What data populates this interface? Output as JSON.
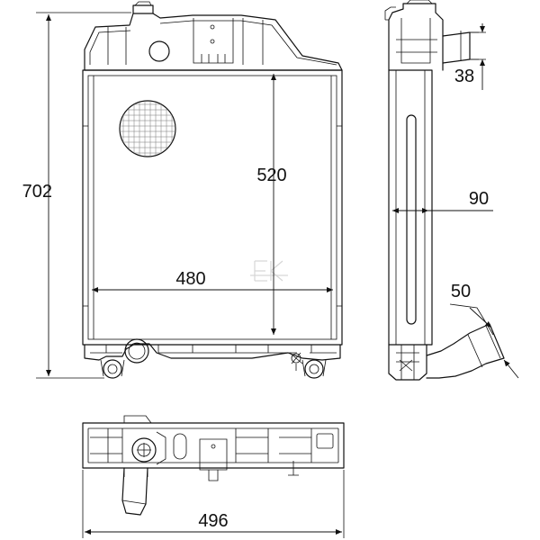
{
  "dimensions": {
    "height_total": "702",
    "core_height": "520",
    "core_width": "480",
    "total_width": "496",
    "top_pipe": "38",
    "depth": "90",
    "bottom_pipe": "50"
  },
  "colors": {
    "line": "#111111",
    "background": "#ffffff",
    "watermark": "#d6d6d6"
  }
}
